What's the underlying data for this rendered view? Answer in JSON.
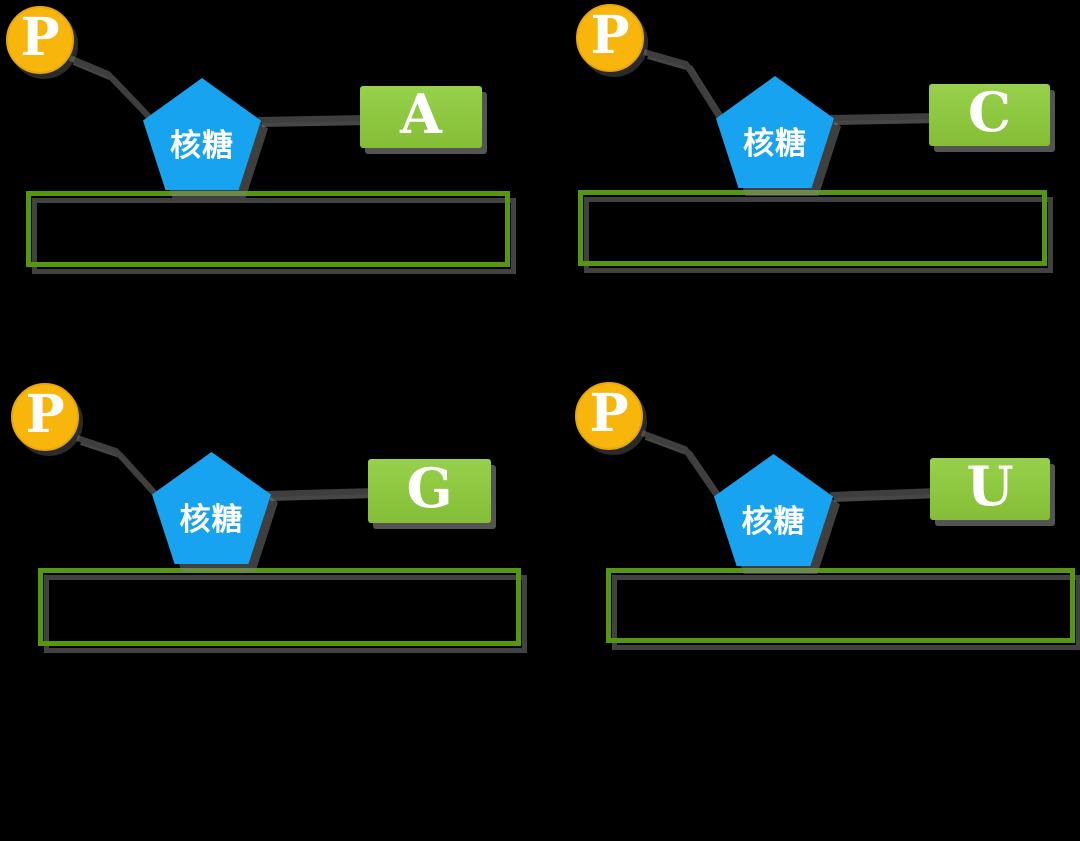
{
  "canvas": {
    "background": "#000000"
  },
  "colors": {
    "phosphate_fill": "#f8b60d",
    "ribose_fill": "#17a3ef",
    "base_fill": "#8dc63f",
    "answer_box_border": "#569610",
    "bond_line": "#3e3e3e",
    "label_text": "#ffffff"
  },
  "units": [
    {
      "id": "a",
      "phosphate": "P",
      "sugar": "核糖",
      "base": "A"
    },
    {
      "id": "c",
      "phosphate": "P",
      "sugar": "核糖",
      "base": "C"
    },
    {
      "id": "g",
      "phosphate": "P",
      "sugar": "核糖",
      "base": "G"
    },
    {
      "id": "u",
      "phosphate": "P",
      "sugar": "核糖",
      "base": "U"
    }
  ]
}
